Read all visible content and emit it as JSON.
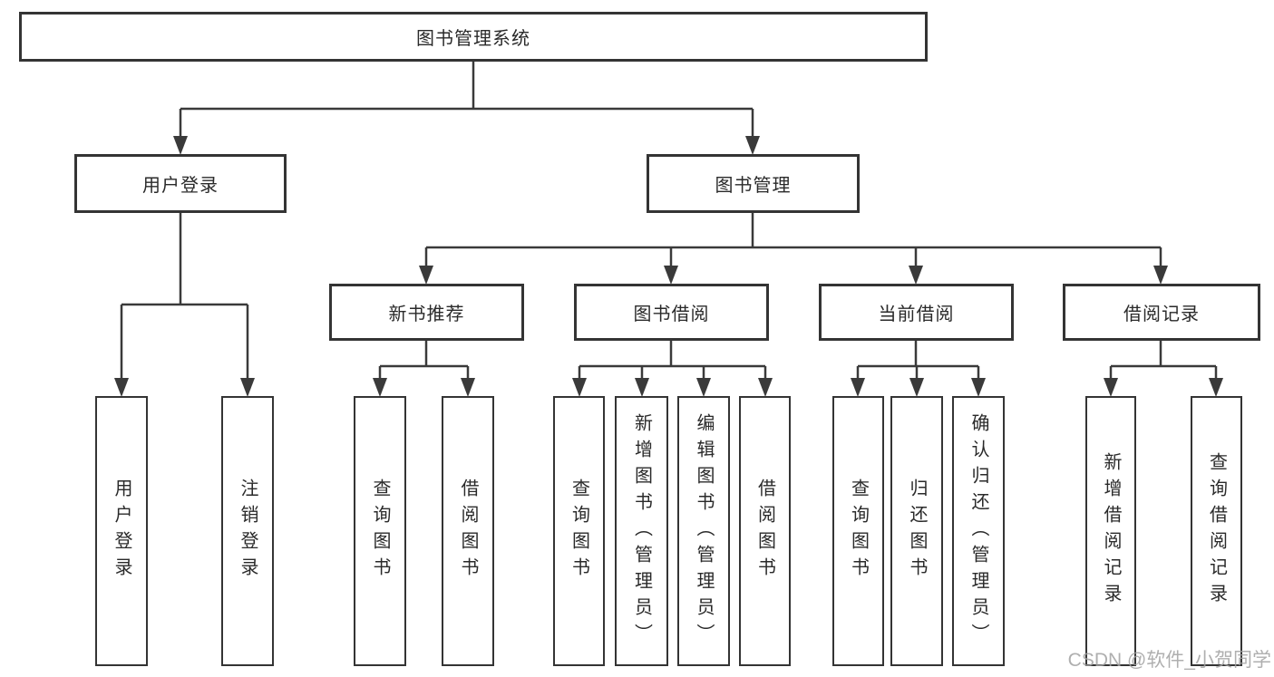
{
  "title": "图书管理系统",
  "watermark": "CSDN @软件_小贺同学",
  "colors": {
    "line": "#3a3a3a",
    "box_border": "#343434",
    "box_fill": "#ffffff",
    "text": "#2a2a2a",
    "watermark": "#a2a2a2"
  },
  "level2": [
    {
      "label": "用户登录"
    },
    {
      "label": "图书管理"
    }
  ],
  "level3": [
    {
      "label": "新书推荐"
    },
    {
      "label": "图书借阅"
    },
    {
      "label": "当前借阅"
    },
    {
      "label": "借阅记录"
    }
  ],
  "leaves": {
    "user": [
      {
        "label": "用户登录"
      },
      {
        "label": "注销登录"
      }
    ],
    "recommend": [
      {
        "label": "查询图书"
      },
      {
        "label": "借阅图书"
      }
    ],
    "borrow": [
      {
        "label": "查询图书"
      },
      {
        "label": "新增图书（管理员）"
      },
      {
        "label": "编辑图书（管理员）"
      },
      {
        "label": "借阅图书"
      }
    ],
    "current": [
      {
        "label": "查询图书"
      },
      {
        "label": "归还图书"
      },
      {
        "label": "确认归还（管理员）"
      }
    ],
    "record": [
      {
        "label": "新增借阅记录"
      },
      {
        "label": "查询借阅记录"
      }
    ]
  }
}
